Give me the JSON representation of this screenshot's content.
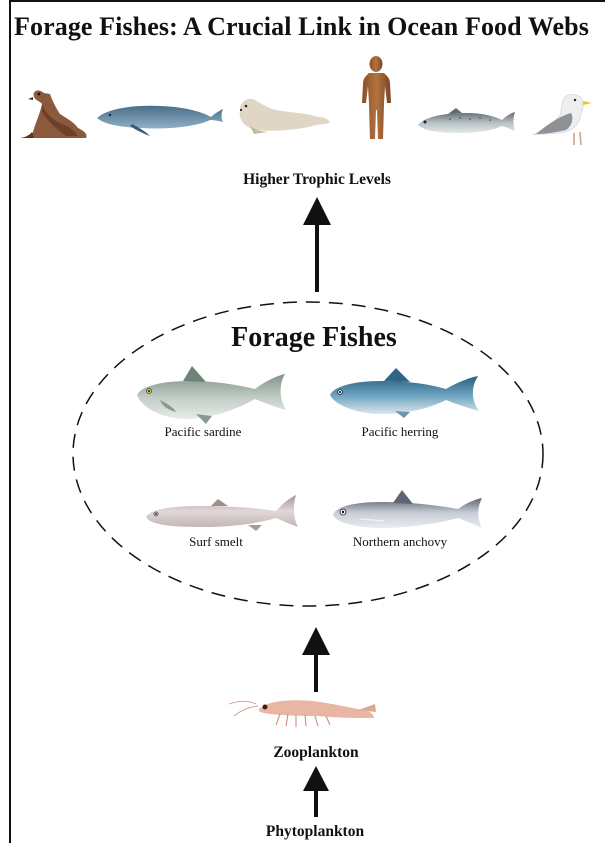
{
  "title": "Forage Fishes: A Crucial Link in Ocean Food Webs",
  "predators": [
    "sea-lion",
    "blue-whale",
    "harbor-seal",
    "human",
    "salmon",
    "gull"
  ],
  "higher_label": "Higher Trophic Levels",
  "forage_title": "Forage Fishes",
  "fish": [
    {
      "name": "Pacific sardine",
      "icon": "sardine-icon"
    },
    {
      "name": "Pacific herring",
      "icon": "herring-icon"
    },
    {
      "name": "Surf smelt",
      "icon": "smelt-icon"
    },
    {
      "name": "Northern anchovy",
      "icon": "anchovy-icon"
    }
  ],
  "zooplankton_label": "Zooplankton",
  "phytoplankton_label": "Phytoplankton",
  "colors": {
    "arrow": "#111111",
    "krill": "#e8b6a2",
    "sardine": "#a9b6ae",
    "herring": "#4c86a6",
    "smelt": "#c9b9b7",
    "anchovy": "#aab0bb"
  }
}
